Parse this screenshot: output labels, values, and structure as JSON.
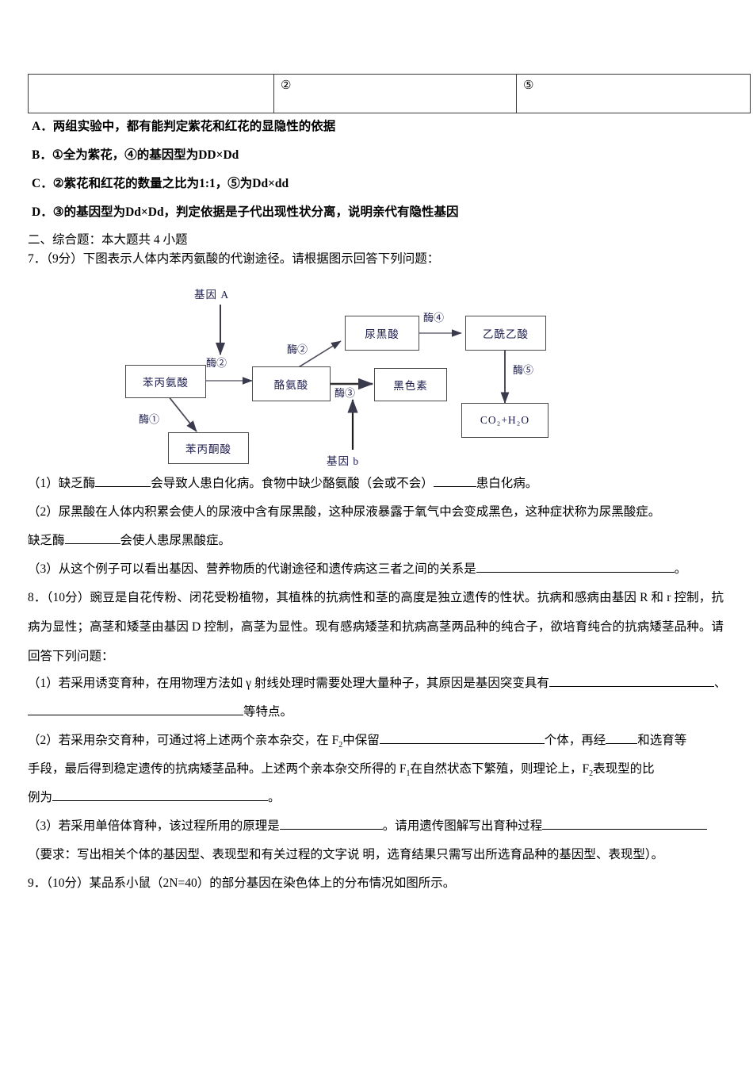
{
  "document": {
    "type": "exam-paper",
    "subject": "biology"
  },
  "table": {
    "rows": [
      {
        "cells": [
          "",
          "②",
          "⑤"
        ]
      }
    ]
  },
  "options": [
    {
      "label": "A．",
      "text": "两组实验中，都有能判定紫花和红花的显隐性的依据"
    },
    {
      "label": "B．",
      "text": "①全为紫花，④的基因型为DD×Dd"
    },
    {
      "label": "C．",
      "text": "②紫花和红花的数量之比为1:1，⑤为Dd×dd"
    },
    {
      "label": "D．",
      "text": "③的基因型为Dd×Dd，判定依据是子代出现性状分离，说明亲代有隐性基因"
    }
  ],
  "section_heading": "二、综合题：本大题共 4 小题",
  "question7": {
    "number": "7．",
    "score": "（9分）",
    "stem": "下图表示人体内苯丙氨酸的代谢途径。请根据图示回答下列问题：",
    "diagram": {
      "boxes": {
        "phenylalanine": "苯丙氨酸",
        "phenylpyruvic": "苯丙酮酸",
        "tyrosine": "酪氨酸",
        "homogentisic": "尿黑酸",
        "melanin": "黑色素",
        "acetoacetic": "乙酰乙酸",
        "co2h2o": "CO₂+H₂O"
      },
      "genes": {
        "gene_a": "基因 A",
        "gene_b": "基因 b"
      },
      "enzymes": {
        "e1": "酶①",
        "e2": "酶②",
        "e3_tyr_homog": "酶②",
        "e3_melanin": "酶③",
        "e4": "酶④",
        "e5": "酶⑤"
      }
    },
    "sub": [
      {
        "num": "（1）",
        "parts": [
          "缺乏酶",
          "会导致人患白化病。食物中缺少酪氨酸（会或不会）",
          "患白化病。"
        ]
      },
      {
        "num": "（2）",
        "line1": "尿黑酸在人体内积累会使人的尿液中含有尿黑酸，这种尿液暴露于氧气中会变成黑色，这种症状称为尿黑酸症。",
        "line2_pre": "缺乏酶",
        "line2_post": "会使人患尿黑酸症。"
      },
      {
        "num": "（3）",
        "pre": "从这个例子可以看出基因、营养物质的代谢途径和遗传病这三者之间的关系是",
        "post": "。"
      }
    ]
  },
  "question8": {
    "number": "8．",
    "score": "（10分）",
    "stem": "豌豆是自花传粉、闭花受粉植物，其植株的抗病性和茎的高度是独立遗传的性状。抗病和感病由基因 R 和 r 控制，抗病为显性；高茎和矮茎由基因 D 控制，高茎为显性。现有感病矮茎和抗病高茎两品种的纯合子，欲培育纯合的抗病矮茎品种。请回答下列问题：",
    "sub1": {
      "num": "（1）",
      "text_a": "若采用诱变育种，在用物理方法如 γ 射线处理时需要处理大量种子，其原因是基因突变具有",
      "text_b": "、",
      "text_c": "等特点。"
    },
    "sub2": {
      "num": "（2）",
      "text_a": "若采用杂交育种，可通过将上述两个亲本杂交，在 F",
      "sub_2": "2",
      "text_b": "中保留",
      "text_c": "个体，再经",
      "text_d": "和选育等手段，最后得到稳定遗传的抗病矮茎品种。上述两个亲本杂交所得的 F",
      "sub_1": "1",
      "text_e": "在自然状态下繁殖，则理论上，F",
      "sub_2b": "2",
      "text_f": "表现型的比例为",
      "text_g": "。"
    },
    "sub3": {
      "num": "（3）",
      "text_a": "若采用单倍体育种，该过程所用的原理是",
      "text_b": "。请用遗传图解写出育种过程"
    },
    "note": "（要求：写出相关个体的基因型、表现型和有关过程的文字说 明，选育结果只需写出所选育品种的基因型、表现型）。"
  },
  "question9": {
    "number": "9．",
    "score": "（10分）",
    "stem": "某品系小鼠（2N=40）的部分基因在染色体上的分布情况如图所示。"
  }
}
